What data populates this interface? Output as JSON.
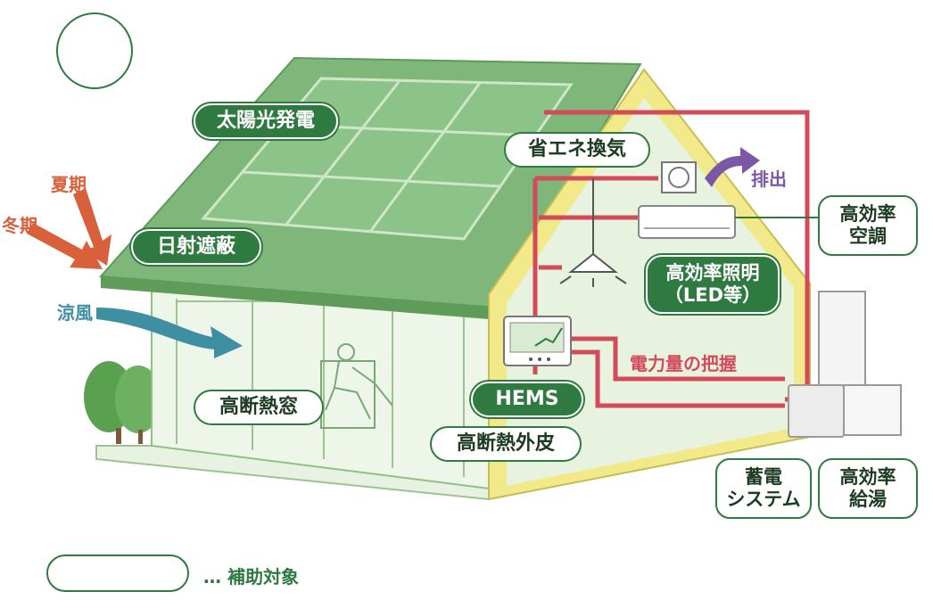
{
  "labels": {
    "solar": "太陽光発電",
    "sun_shading": "日射遮蔽",
    "summer": "夏期",
    "winter": "冬期",
    "cool_breeze": "涼風",
    "insulated_window": "高断熱窓",
    "ventilation": "省エネ換気",
    "exhaust": "排出",
    "hvac": "高効率\n空調",
    "lighting": "高効率照明\n（LED等）",
    "power_monitoring": "電力量の把握",
    "hems": "HEMS",
    "insulated_envelope": "高断熱外皮",
    "storage": "蓄電\nシステム",
    "water_heater": "高効率\n給湯"
  },
  "legend": {
    "text": "… 補助対象"
  },
  "colors": {
    "subsidy_dark": "#2f7a41",
    "outline_green": "#2f7a41",
    "arrow_orange": "#d8603a",
    "arrow_blue": "#3f8fa3",
    "arrow_purple": "#7a58a6",
    "wiring_red": "#d34a5a",
    "wall_yellow": "#f2ea8a",
    "roof_green": "#7fb77a"
  }
}
